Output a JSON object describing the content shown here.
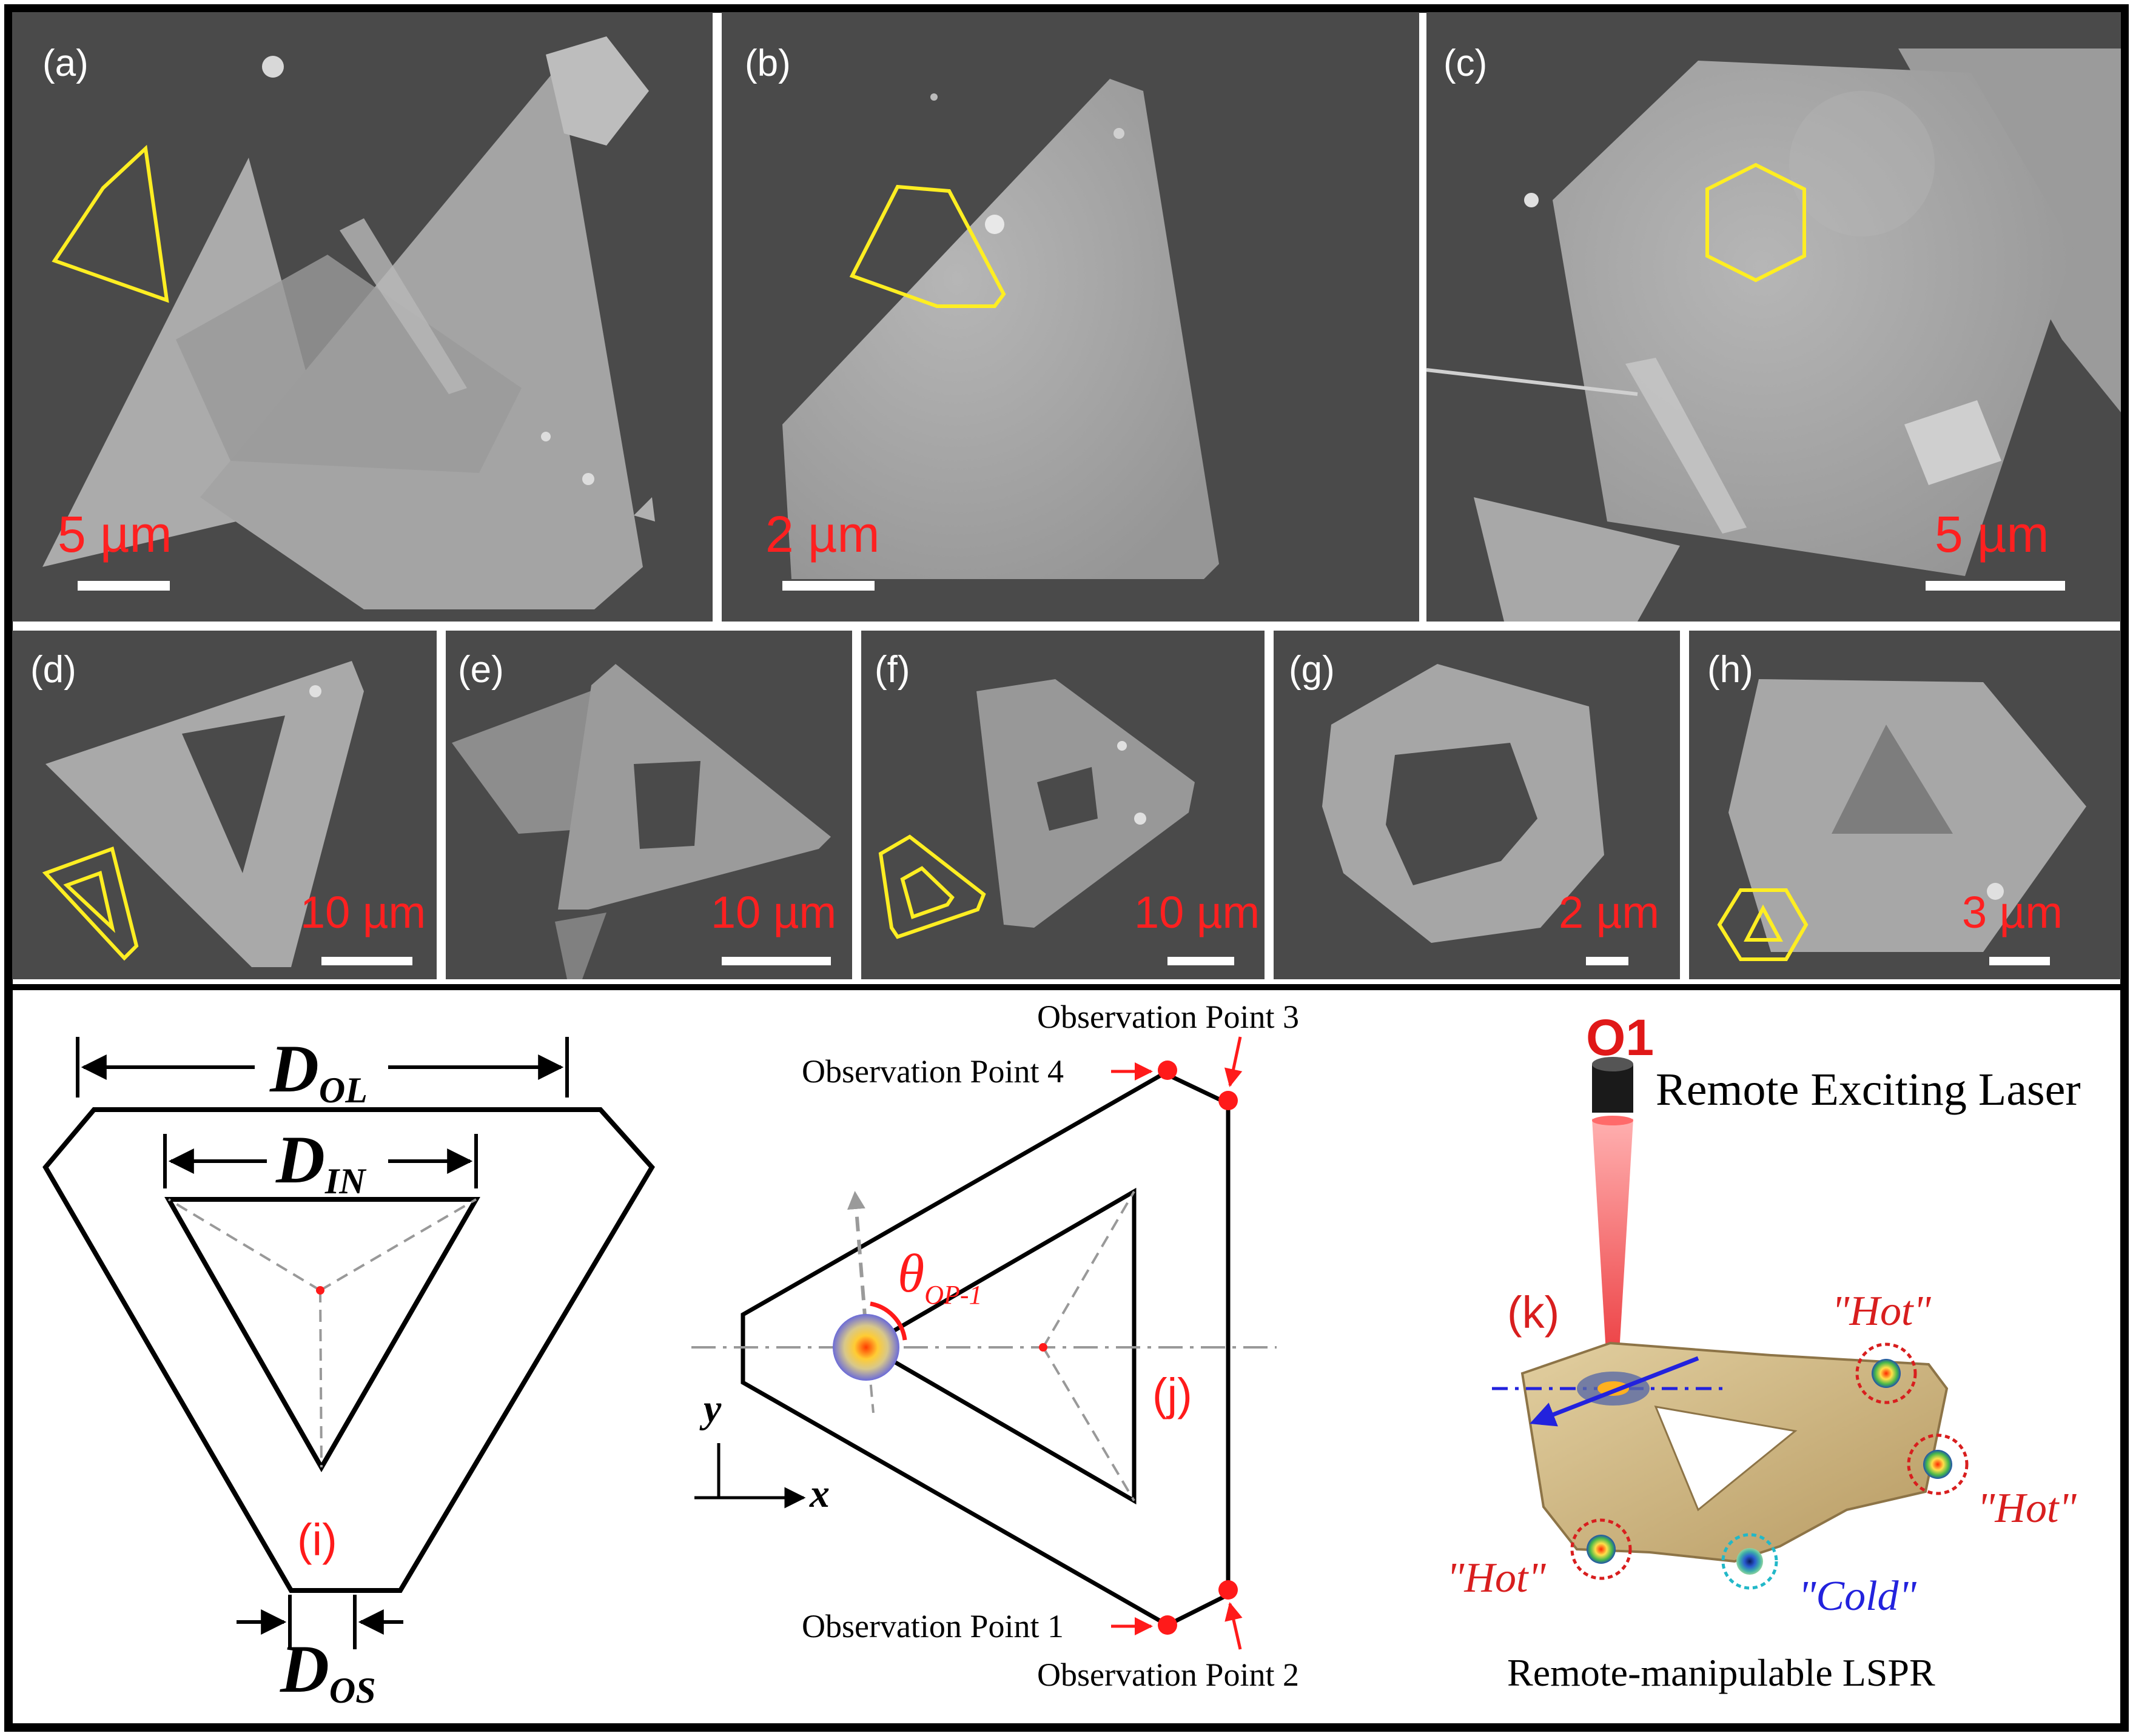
{
  "top_row": [
    {
      "label": "(a)",
      "scale_bar": "5 µm"
    },
    {
      "label": "(b)",
      "scale_bar": "2 µm"
    },
    {
      "label": "(c)",
      "scale_bar": "5 µm"
    }
  ],
  "middle_row": [
    {
      "label": "(d)",
      "scale_bar": "10 µm"
    },
    {
      "label": "(e)",
      "scale_bar": "10 µm"
    },
    {
      "label": "(f)",
      "scale_bar": "10 µm"
    },
    {
      "label": "(g)",
      "scale_bar": "2 µm"
    },
    {
      "label": "(h)",
      "scale_bar": "3 µm"
    }
  ],
  "panel_i": {
    "label": "(i)",
    "d_ol_main": "D",
    "d_ol_sub": "OL",
    "d_in_main": "D",
    "d_in_sub": "IN",
    "d_os_main": "D",
    "d_os_sub": "OS"
  },
  "panel_j": {
    "label": "(j)",
    "op1": "Observation Point 1",
    "op2": "Observation Point 2",
    "op3": "Observation Point 3",
    "op4": "Observation Point 4",
    "theta": "θ",
    "theta_sub": "OP-1",
    "axis_x": "x",
    "axis_y": "y"
  },
  "panel_k": {
    "label": "(k)",
    "objective": "O1",
    "laser": "Remote Exciting Laser",
    "hot1": "\"Hot\"",
    "hot2": "\"Hot\"",
    "hot3": "\"Hot\"",
    "cold": "\"Cold\"",
    "caption": "Remote-manipulable LSPR"
  },
  "colors": {
    "sem_bg": "#4a4a4a",
    "flake": "#a8a8a8",
    "outline_yellow": "#ffee22",
    "scale_red": "#ff2020",
    "hot_red": "#d81e1e",
    "cold_blue": "#2222dd",
    "gold": "#d2b883"
  }
}
